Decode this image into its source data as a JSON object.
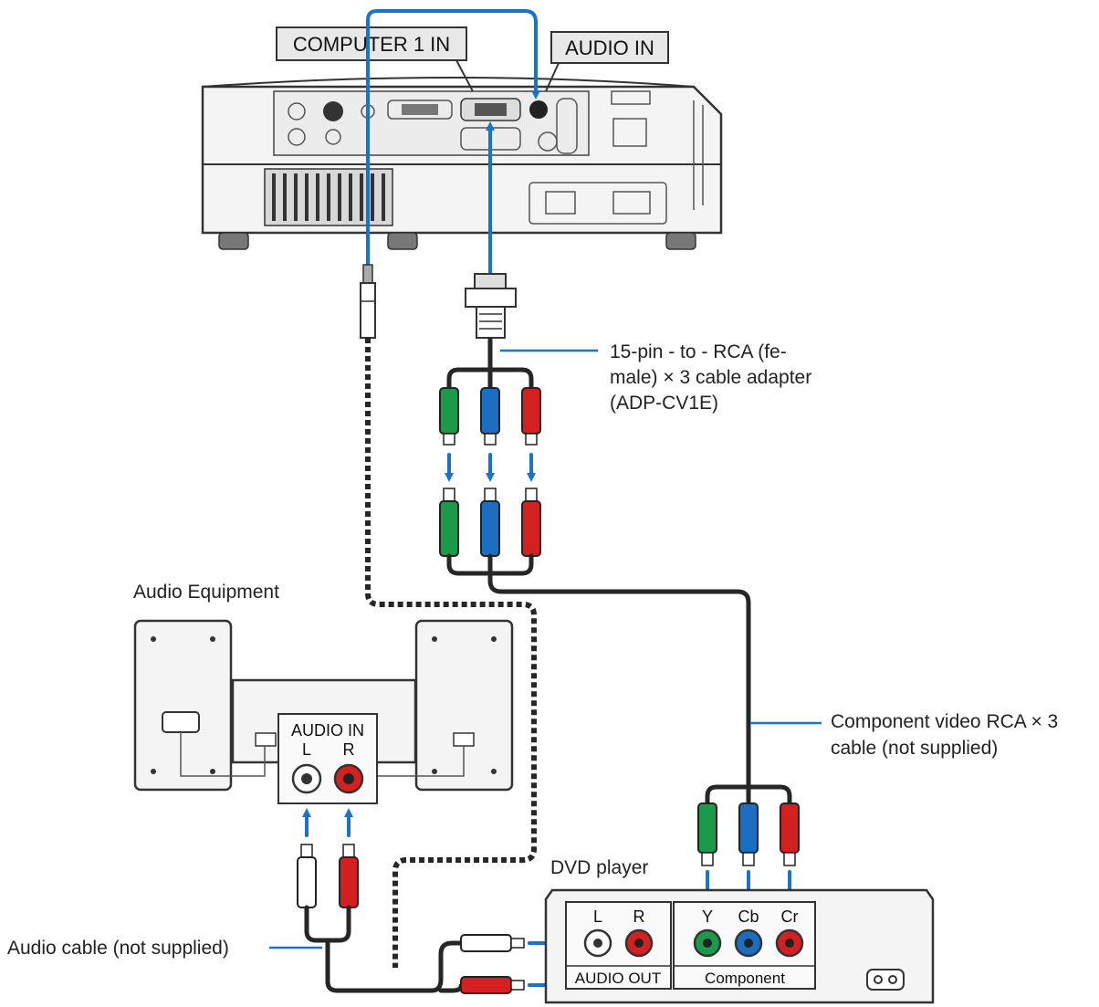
{
  "projector": {
    "computer_in_label": "COMPUTER 1 IN",
    "audio_in_label": "AUDIO IN"
  },
  "adapter": {
    "line1": "15-pin - to - RCA (fe-",
    "line2": "male) × 3 cable adapter",
    "line3": "(ADP-CV1E)"
  },
  "component_cable": {
    "line1": "Component video RCA × 3",
    "line2": "cable (not supplied)"
  },
  "audio_equipment": {
    "title": "Audio Equipment",
    "panel_title": "AUDIO IN",
    "left": "L",
    "right": "R"
  },
  "dvd": {
    "title": "DVD player",
    "left": "L",
    "right": "R",
    "y": "Y",
    "cb": "Cb",
    "cr": "Cr",
    "audio_out": "AUDIO OUT",
    "component": "Component"
  },
  "audio_cable": {
    "label": "Audio cable (not supplied)"
  },
  "colors": {
    "green": "#1a9a4a",
    "blue": "#1b6fc2",
    "red": "#d42020",
    "arrow": "#1a73c7"
  }
}
